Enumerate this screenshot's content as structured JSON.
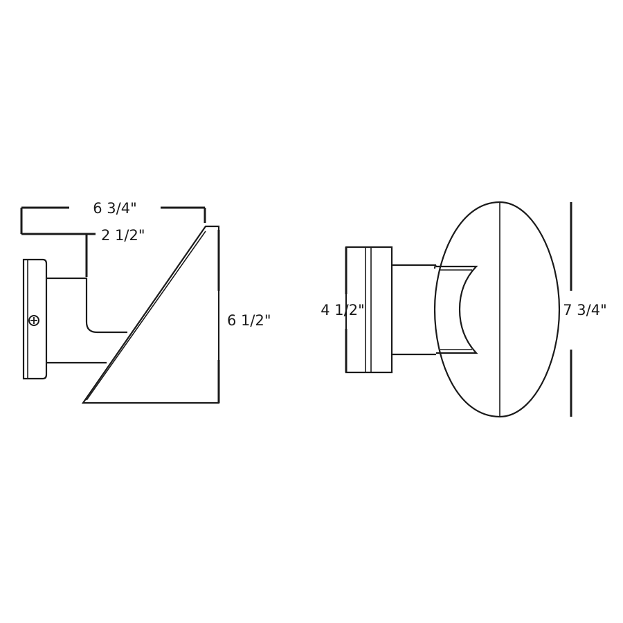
{
  "diagram": {
    "side_view": {
      "overall_depth": "6 3/4\"",
      "backplate_to_arm": "2 1/2\"",
      "height": "6 1/2\""
    },
    "front_view": {
      "backplate_height": "4 1/2\"",
      "shade_height": "7 3/4\""
    }
  }
}
